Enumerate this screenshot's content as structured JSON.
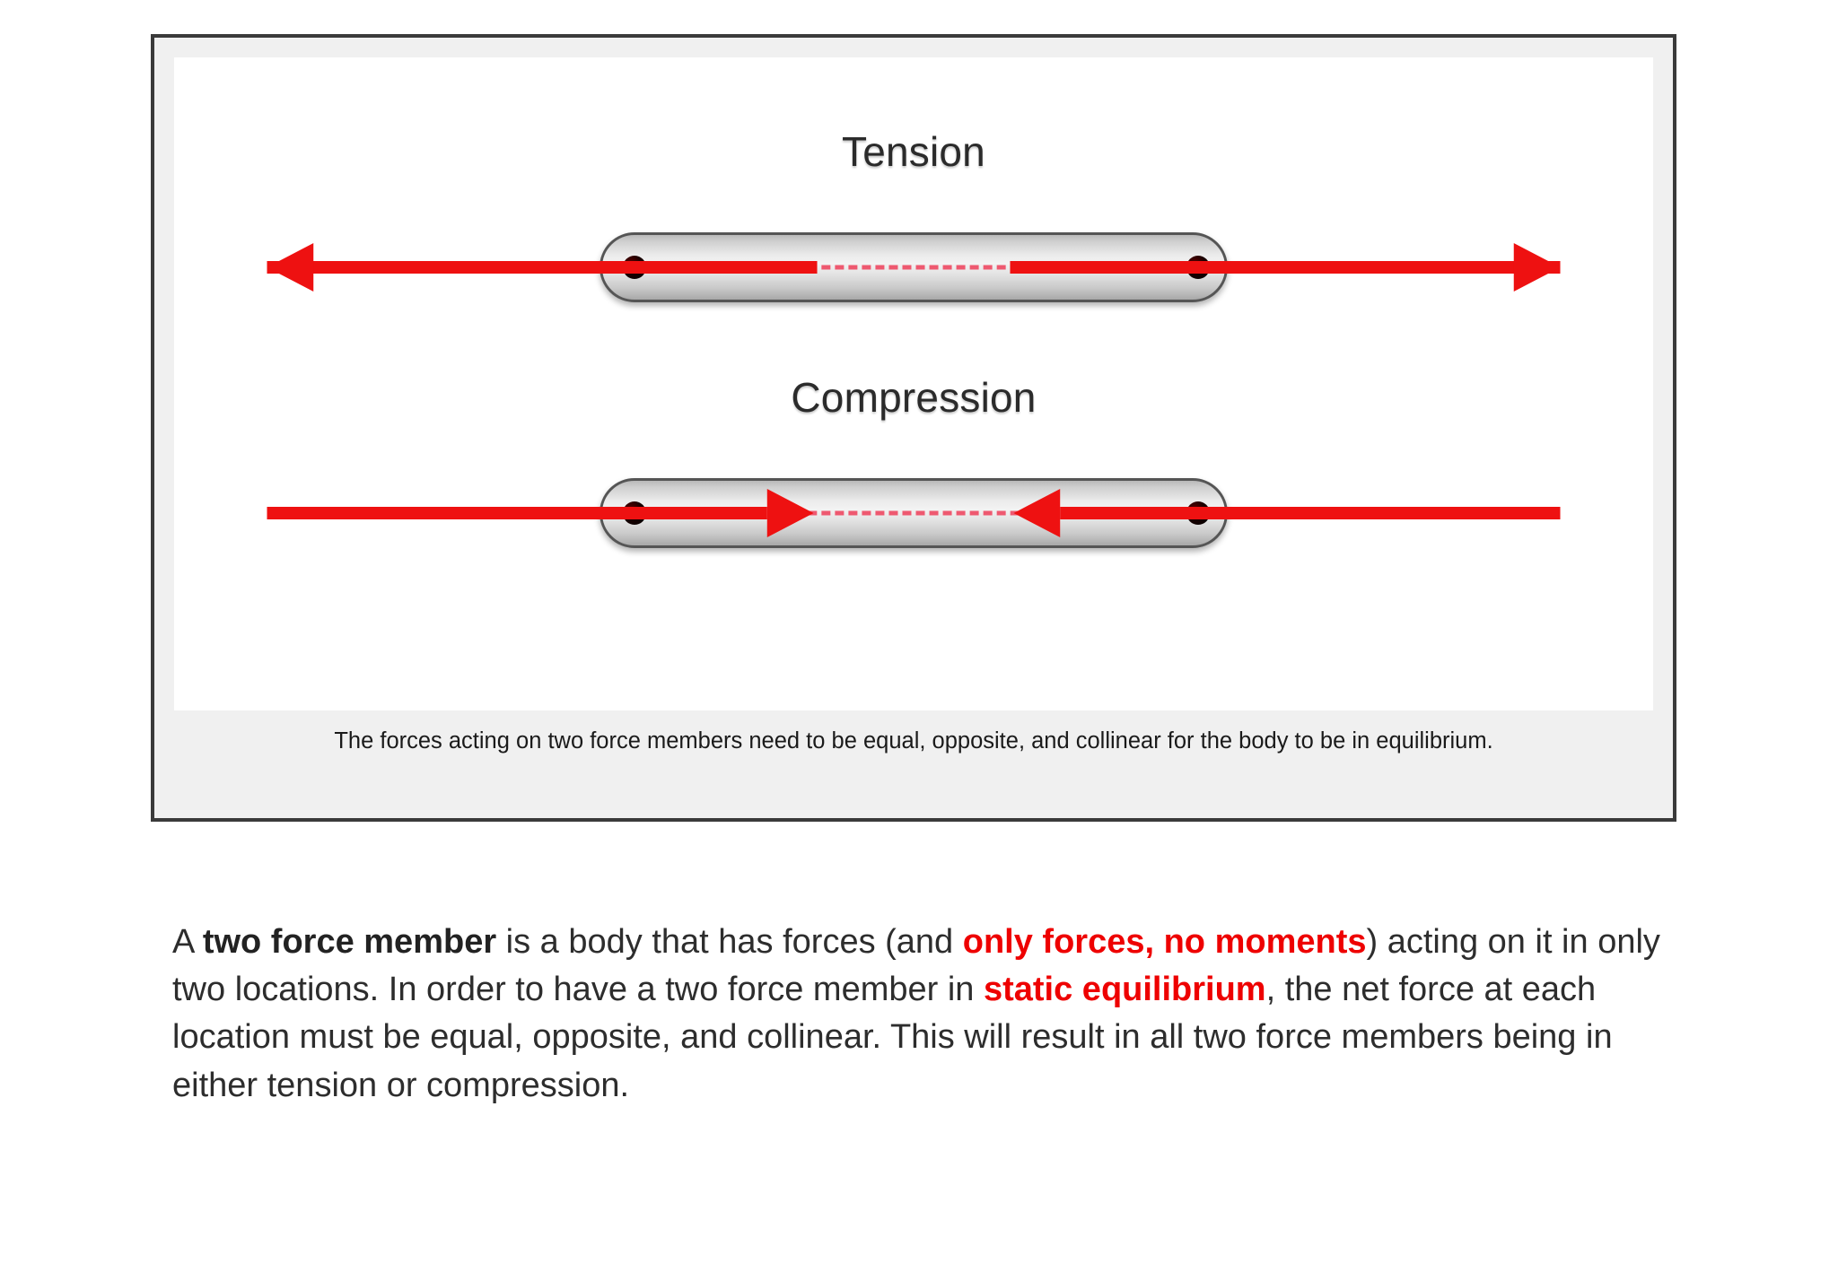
{
  "figure": {
    "diagrams": [
      {
        "id": "tension",
        "title": "Tension",
        "arrow_direction": "outward",
        "left_arrow_icon": "arrow-left-icon",
        "right_arrow_icon": "arrow-right-icon",
        "member_shape": "pill-bar",
        "pin_count": 2,
        "centerline_style": "dashed"
      },
      {
        "id": "compression",
        "title": "Compression",
        "arrow_direction": "inward",
        "left_arrow_icon": "arrow-right-icon",
        "right_arrow_icon": "arrow-left-icon",
        "member_shape": "pill-bar",
        "pin_count": 2,
        "centerline_style": "dashed"
      }
    ],
    "caption": "The forces acting on two force members need to be equal, opposite, and collinear for the body to be in equilibrium."
  },
  "body": {
    "segments": [
      {
        "text": "A ",
        "style": "normal"
      },
      {
        "text": "two force member",
        "style": "bold-dark"
      },
      {
        "text": " is a body that has forces (and ",
        "style": "normal"
      },
      {
        "text": "only forces, no moments",
        "style": "bold-red"
      },
      {
        "text": ") acting on it in only two locations. In order to have a two force member in ",
        "style": "normal"
      },
      {
        "text": "static equilibrium",
        "style": "bold-red"
      },
      {
        "text": ", the net force at each location must be equal, opposite, and collinear. This will result in all two force members being in either tension or compression.",
        "style": "normal"
      }
    ]
  },
  "colors": {
    "arrow_red": "#ee1111",
    "text_red": "#ee0000",
    "frame_border": "#3a3a3a",
    "frame_background": "#f0f0f0",
    "canvas_background": "#ffffff",
    "body_text": "#2d2d2d",
    "member_border": "#555555",
    "centerline_red": "#ef4d66",
    "pin_black": "#000000"
  }
}
